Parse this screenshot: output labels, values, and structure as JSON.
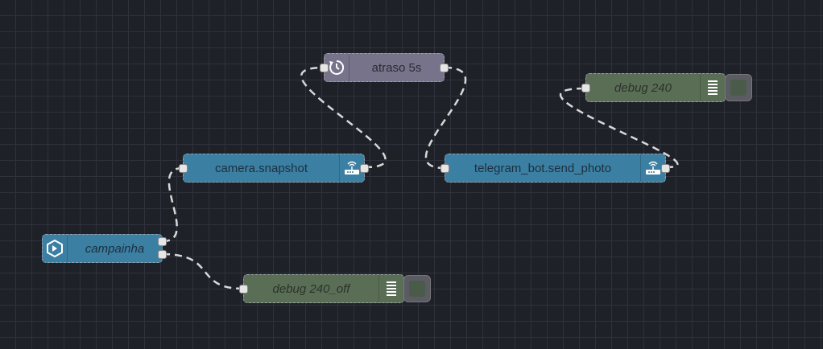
{
  "nodes": {
    "campainha": {
      "label": "campainha",
      "icon": "bookmark-icon"
    },
    "camera": {
      "label": "camera.snapshot",
      "icon": "router-icon"
    },
    "atraso": {
      "label": "atraso 5s",
      "icon": "timer-icon"
    },
    "telegram": {
      "label": "telegram_bot.send_photo",
      "icon": "router-icon"
    },
    "debug240": {
      "label": "debug 240",
      "icon": "list-icon"
    },
    "debug240off": {
      "label": "debug 240_off",
      "icon": "list-icon"
    }
  },
  "colors": {
    "canvas": "#1f2128",
    "service_node": "#3b7fa3",
    "delay_node": "#77738a",
    "debug_node": "#5a6e56",
    "wire": "#d8d8d8"
  }
}
